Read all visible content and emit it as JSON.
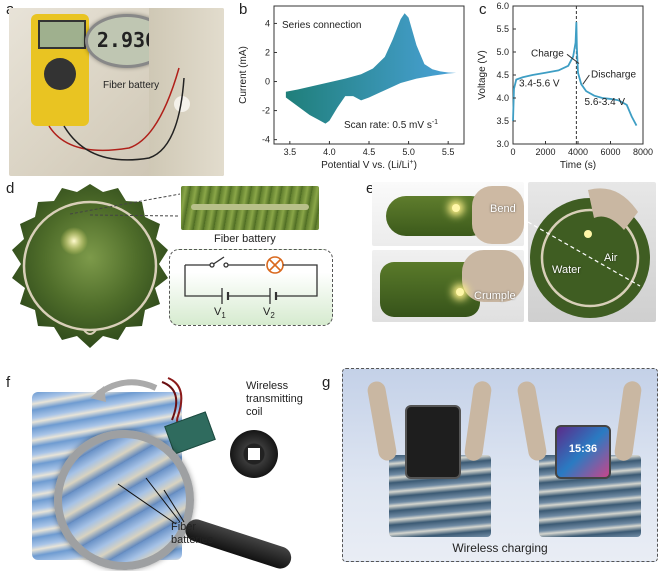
{
  "panels": {
    "a": {
      "label": "a",
      "meter_reading": "2.936",
      "fiber_label": "Fiber battery"
    },
    "d": {
      "label": "d",
      "fiber_label": "Fiber battery",
      "v1": "V",
      "v1_sub": "1",
      "v2": "V",
      "v2_sub": "2"
    },
    "e": {
      "label": "e",
      "bend": "Bend",
      "crumple": "Crumple",
      "air": "Air",
      "water": "Water"
    },
    "f": {
      "label": "f",
      "coil_line1": "Wireless",
      "coil_line2": "transmitting",
      "coil_line3": "coil",
      "fiber_line1": "Fiber",
      "fiber_line2": "batteries"
    },
    "g": {
      "label": "g",
      "phone_time": "15:36",
      "caption": "Wireless charging"
    }
  },
  "chart_data": [
    {
      "id": "b",
      "label": "b",
      "type": "area",
      "annotation": "Series connection",
      "scan_rate": "Scan rate: 0.5 mV s",
      "scan_rate_sup": "-1",
      "xlabel": "Potential V vs. (Li/Li",
      "xlabel_sup": "+",
      "xlabel_end": ")",
      "ylabel": "Current (mA)",
      "xlim": [
        3.3,
        5.7
      ],
      "ylim": [
        -4.3,
        5.2
      ],
      "xticks": [
        3.5,
        4.0,
        4.5,
        5.0,
        5.5
      ],
      "xtick_labels": [
        "3.5",
        "4.0",
        "4.5",
        "5.0",
        "5.5"
      ],
      "yticks": [
        -4,
        -2,
        0,
        2,
        4
      ],
      "ytick_labels": [
        "-4",
        "-2",
        "0",
        "2",
        "4"
      ],
      "upper_curve": {
        "x": [
          3.45,
          3.6,
          3.8,
          4.0,
          4.2,
          4.4,
          4.55,
          4.7,
          4.8,
          4.85,
          4.9,
          4.95,
          5.0,
          5.1,
          5.2,
          5.3,
          5.4,
          5.5,
          5.6
        ],
        "y": [
          -0.7,
          -0.55,
          -0.3,
          -0.05,
          0.2,
          0.5,
          0.9,
          1.7,
          2.9,
          3.6,
          4.3,
          4.7,
          4.4,
          2.5,
          1.2,
          0.85,
          0.7,
          0.62,
          0.6
        ]
      },
      "lower_curve": {
        "x": [
          3.45,
          3.6,
          3.75,
          3.85,
          3.95,
          4.0,
          4.1,
          4.2,
          4.3,
          4.4,
          4.5,
          4.7,
          4.9,
          5.1,
          5.3,
          5.5,
          5.6
        ],
        "y": [
          -1.1,
          -1.7,
          -2.3,
          -2.6,
          -2.9,
          -2.7,
          -1.8,
          -1.0,
          -1.0,
          -1.3,
          -1.1,
          -0.6,
          -0.1,
          0.2,
          0.4,
          0.55,
          0.6
        ]
      }
    },
    {
      "id": "c",
      "label": "c",
      "type": "line",
      "xlabel": "Time (s)",
      "ylabel": "Voltage (V)",
      "xlim": [
        0,
        8000
      ],
      "ylim": [
        3.0,
        6.0
      ],
      "xticks": [
        0,
        2000,
        4000,
        6000,
        8000
      ],
      "xtick_labels": [
        "0",
        "2000",
        "4000",
        "6000",
        "8000"
      ],
      "yticks": [
        3.0,
        3.5,
        4.0,
        4.5,
        5.0,
        5.5,
        6.0
      ],
      "ytick_labels": [
        "3.0",
        "3.5",
        "4.0",
        "4.5",
        "5.0",
        "5.5",
        "6.0"
      ],
      "charge_label": "Charge",
      "charge_range": "3.4-5.6 V",
      "discharge_label": "Discharge",
      "discharge_range": "5.6-3.4 V",
      "divider_x": 3900,
      "series": [
        {
          "x": [
            0,
            60,
            200,
            600,
            1200,
            2000,
            2800,
            3400,
            3700,
            3850,
            3900,
            3930,
            4000,
            4200,
            4500,
            5000,
            5500,
            6000,
            6500,
            7000,
            7300,
            7600
          ],
          "y": [
            3.5,
            4.2,
            4.4,
            4.45,
            4.5,
            4.55,
            4.6,
            4.7,
            4.9,
            5.2,
            5.65,
            5.1,
            4.55,
            4.3,
            4.15,
            4.05,
            4.0,
            3.98,
            3.95,
            3.85,
            3.6,
            3.4
          ]
        }
      ]
    }
  ]
}
